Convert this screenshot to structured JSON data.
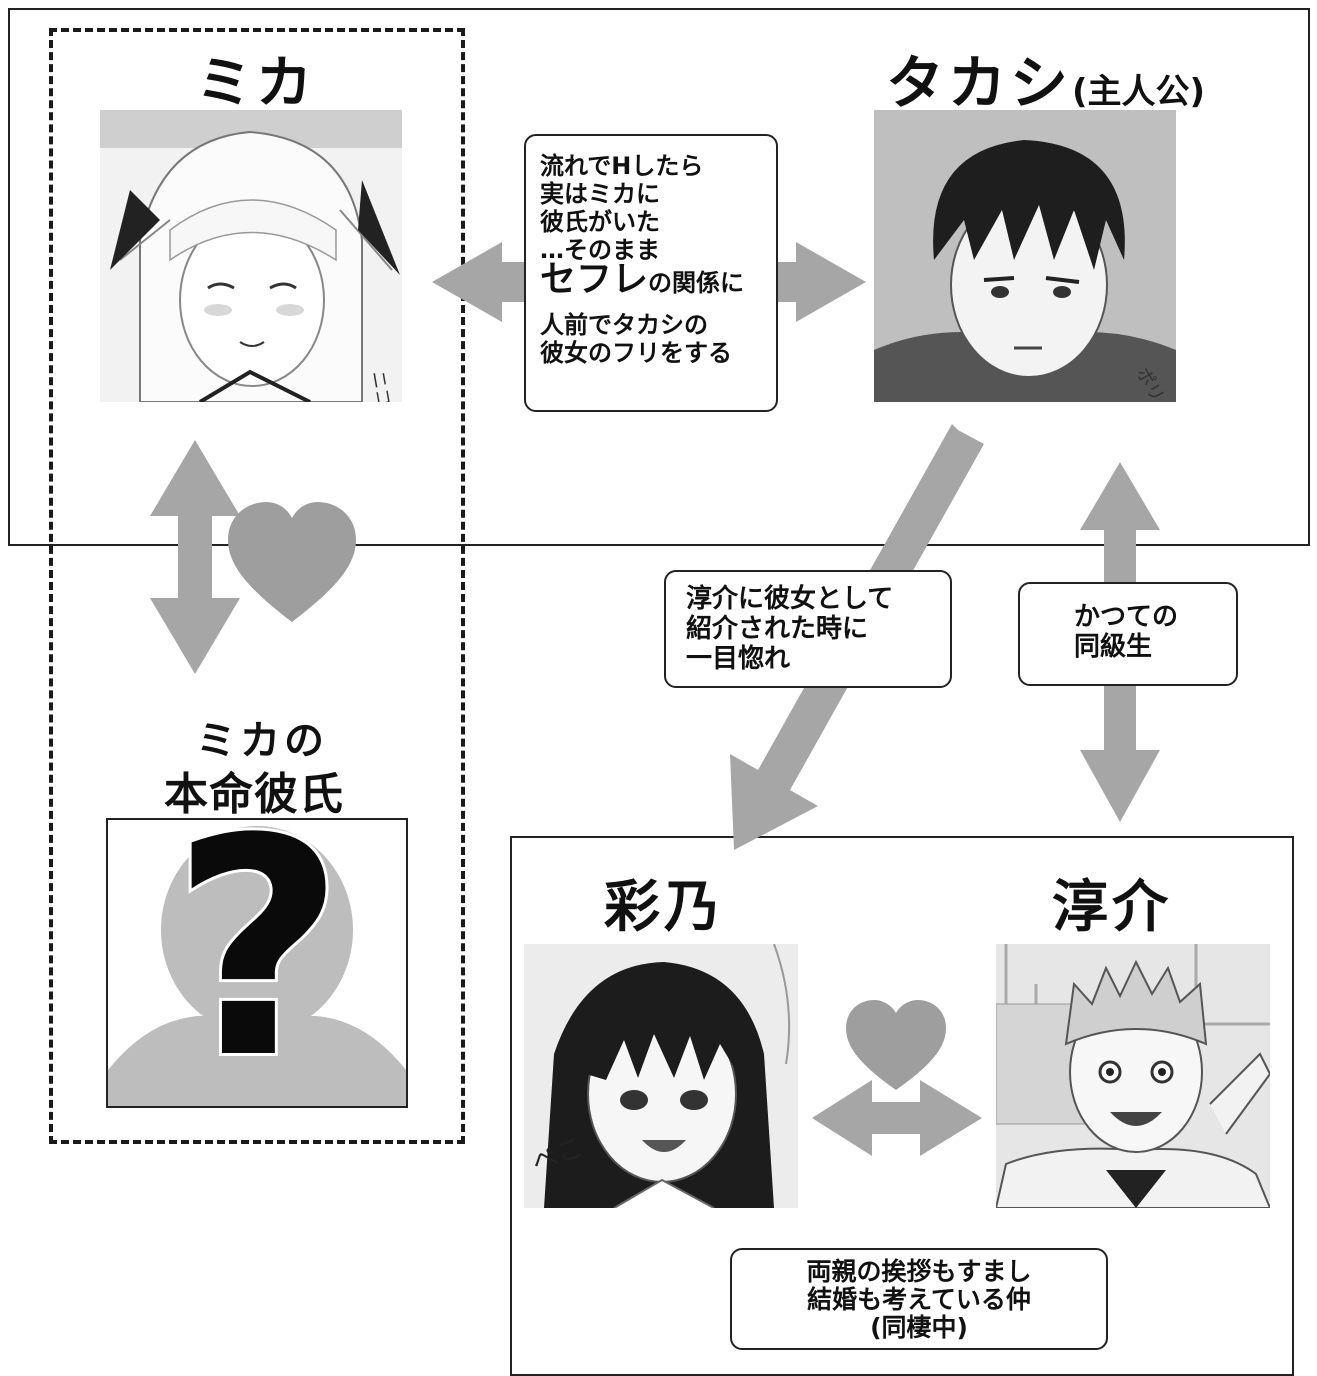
{
  "characters": {
    "mika": {
      "name": "ミカ"
    },
    "takashi": {
      "name": "タカシ",
      "role": "(主人公)"
    },
    "mika_boyfriend": {
      "name_line1": "ミカの",
      "name_line2": "本命彼氏",
      "unknown_mark": "?"
    },
    "ayano": {
      "name": "彩乃"
    },
    "junsuke": {
      "name": "淳介"
    }
  },
  "relations": {
    "mika_takashi": {
      "line1": "流れでHしたら",
      "line2": "実はミカに",
      "line3": "彼氏がいた",
      "line4": "…そのまま",
      "line5_emph": "セフレ",
      "line5_rest": "の関係に",
      "line6": "人前でタカシの",
      "line7": "彼女のフリをする"
    },
    "takashi_ayano": {
      "line1": "淳介に彼女として",
      "line2": "紹介された時に",
      "line3": "一目惚れ"
    },
    "takashi_junsuke": {
      "line1": "かつての",
      "line2": "同級生"
    },
    "ayano_junsuke": {
      "line1": "両親の挨拶もすまし",
      "line2": "結婚も考えている仲",
      "line3": "(同棲中)"
    }
  },
  "colors": {
    "arrow": "#a6a6a6",
    "heart": "#9e9e9e",
    "line": "#222222"
  },
  "sfx": {
    "mika": "ニコ",
    "takashi": "ポリ",
    "ayano": "ぺこ"
  }
}
